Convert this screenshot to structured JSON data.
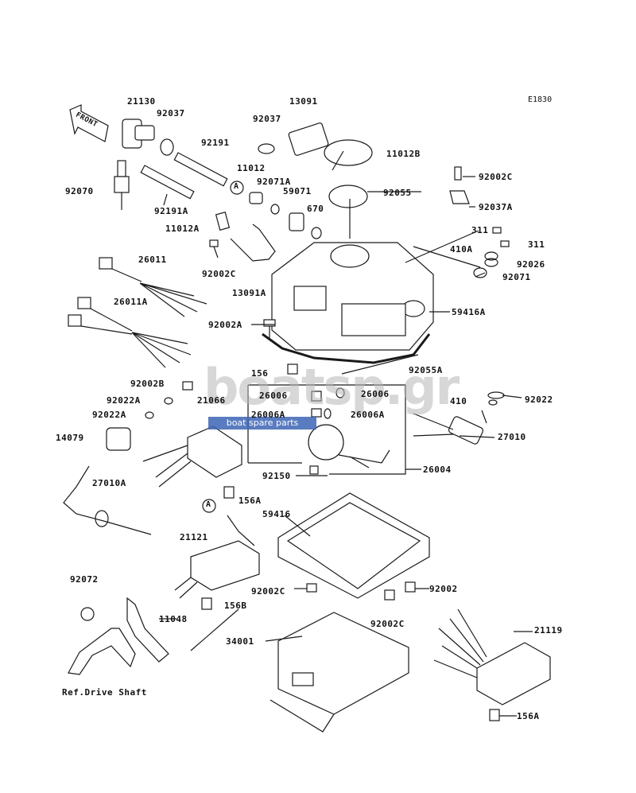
{
  "diagram_code": "E1830",
  "front_arrow": "FRONT",
  "reference_note": "Ref.Drive Shaft",
  "connector_marks": [
    "A",
    "A"
  ],
  "watermark": {
    "logo": "boatsp.gr",
    "tagline": "boat spare parts",
    "color": "#3d64b4"
  },
  "parts": {
    "p21130": "21130",
    "p92037a": "92037",
    "p92070": "92070",
    "p92191": "92191",
    "p92191A": "92191A",
    "p11012": "11012",
    "p11012A": "11012A",
    "p92037b": "92037",
    "p13091": "13091",
    "p11012B": "11012B",
    "p92071A": "92071A",
    "p59071": "59071",
    "p670": "670",
    "p92055": "92055",
    "p92002Ca": "92002C",
    "p92037A": "92037A",
    "p311a": "311",
    "p311b": "311",
    "p410A": "410A",
    "p92026": "92026",
    "p92071": "92071",
    "p59416A": "59416A",
    "p26011": "26011",
    "p26011A": "26011A",
    "p92002Cb": "92002C",
    "p13091A": "13091A",
    "p92002A": "92002A",
    "p156a": "156",
    "p92055A": "92055A",
    "p92002B": "92002B",
    "p92022Aa": "92022A",
    "p92022Ab": "92022A",
    "p21066": "21066",
    "p26006a": "26006",
    "p26006b": "26006",
    "p26006Aa": "26006A",
    "p26006Ab": "26006A",
    "p410b": "410",
    "p92022": "92022",
    "p27010": "27010",
    "p14079": "14079",
    "p92150": "92150",
    "p26004": "26004",
    "p27010A": "27010A",
    "p156A": "156A",
    "p59416": "59416",
    "p21121": "21121",
    "p92072": "92072",
    "p92002Cc": "92002C",
    "p156B": "156B",
    "p92002": "92002",
    "p11048": "11048",
    "p92002Cd": "92002C",
    "p34001": "34001",
    "p21119": "21119",
    "p156Ab": "156A"
  }
}
